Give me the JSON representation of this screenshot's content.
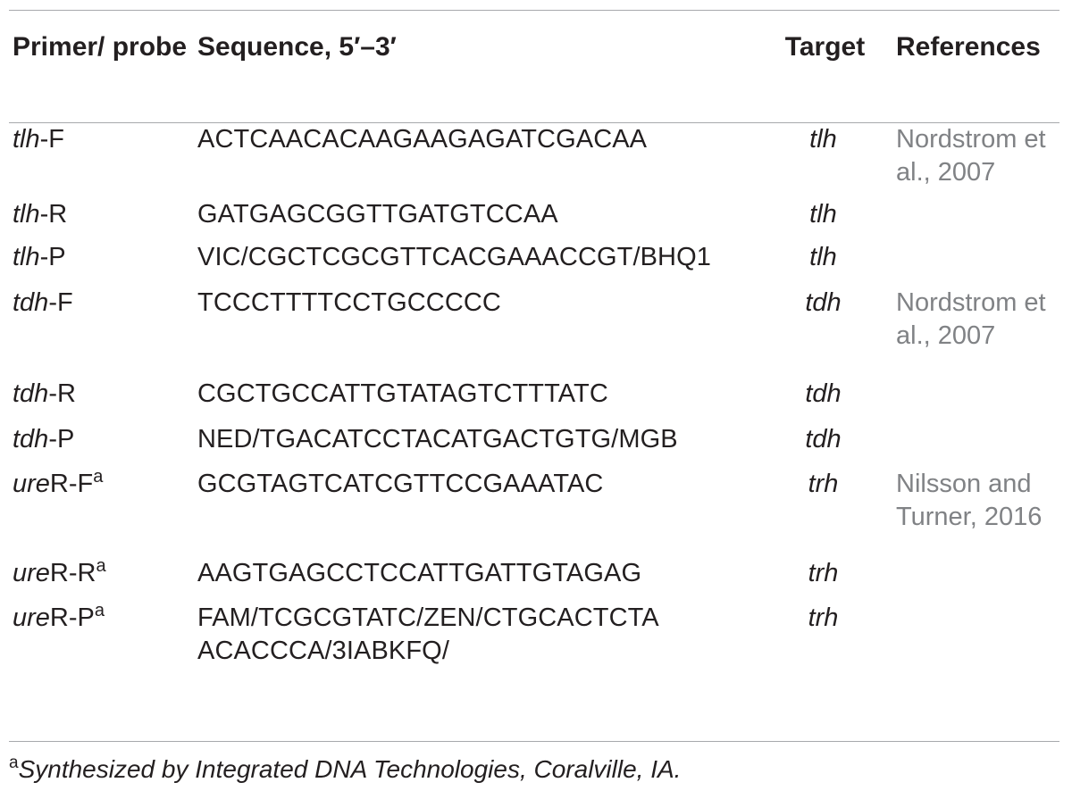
{
  "headers": {
    "primer_probe": "Primer/ probe",
    "sequence": "Sequence, 5′–3′",
    "target": "Target",
    "references": "References"
  },
  "rows": [
    {
      "name_italic": "tlh",
      "name_suffix": "-F",
      "mark": "",
      "sequence": "ACTCAACACAAGAAGAGATCGACAA",
      "target": "tlh",
      "reference": "Nordstrom et al., 2007"
    },
    {
      "name_italic": "tlh",
      "name_suffix": "-R",
      "mark": "",
      "sequence": "GATGAGCGGTTGATGTCCAA",
      "target": "tlh",
      "reference": ""
    },
    {
      "name_italic": "tlh",
      "name_suffix": "-P",
      "mark": "",
      "sequence": "VIC/CGCTCGCGTTCACGAAACCGT/BHQ1",
      "target": "tlh",
      "reference": ""
    },
    {
      "name_italic": "tdh",
      "name_suffix": "-F",
      "mark": "",
      "sequence": "TCCCTTTTCCTGCCCCC",
      "target": "tdh",
      "reference": "Nordstrom et al., 2007"
    },
    {
      "name_italic": "tdh",
      "name_suffix": "-R",
      "mark": "",
      "sequence": "CGCTGCCATTGTATAGTCTTTATC",
      "target": "tdh",
      "reference": ""
    },
    {
      "name_italic": "tdh",
      "name_suffix": "-P",
      "mark": "",
      "sequence": "NED/TGACATCCTACATGACTGTG/MGB",
      "target": "tdh",
      "reference": ""
    },
    {
      "name_italic": "ure",
      "name_suffix": "R-F",
      "mark": "a",
      "sequence": "GCGTAGTCATCGTTCCGAAATAC",
      "target": "trh",
      "reference": "Nilsson and Turner, 2016"
    },
    {
      "name_italic": "ure",
      "name_suffix": "R-R",
      "mark": "a",
      "sequence": "AAGTGAGCCTCCATTGATTGTAGAG",
      "target": "trh",
      "reference": ""
    },
    {
      "name_italic": "ure",
      "name_suffix": "R-P",
      "mark": "a",
      "sequence": "FAM/TCGCGTATC/ZEN/CTGCACTCTA ACACCCA/3IABKFQ/",
      "target": "trh",
      "reference": ""
    }
  ],
  "footnote": {
    "mark": "a",
    "text": "Synthesized by Integrated DNA Technologies, Coralville, IA."
  },
  "colors": {
    "text": "#231f20",
    "reference_text": "#808285",
    "rule": "#a7a9ac"
  }
}
